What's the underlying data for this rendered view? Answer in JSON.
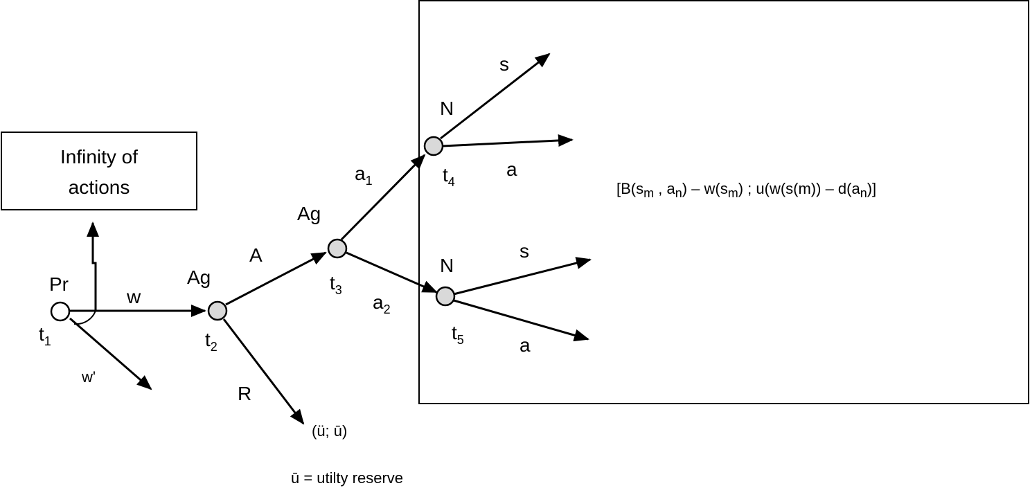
{
  "infinity_box": {
    "line1": "Infinity of",
    "line2": "actions"
  },
  "nodes": {
    "pr": {
      "player": "Pr",
      "time": "t",
      "time_sub": "1"
    },
    "t2": {
      "player": "Ag",
      "time": "t",
      "time_sub": "2"
    },
    "t3": {
      "player": "Ag",
      "time": "t",
      "time_sub": "3"
    },
    "t4": {
      "player": "N",
      "time": "t",
      "time_sub": "4"
    },
    "t5": {
      "player": "N",
      "time": "t",
      "time_sub": "5"
    }
  },
  "edges": {
    "w": "w",
    "w_prime": "w'",
    "A": "A",
    "R": "R",
    "a1": "a",
    "a1_sub": "1",
    "a2": "a",
    "a2_sub": "2",
    "t4_s": "s",
    "t4_a": "a",
    "t5_s": "s",
    "t5_a": "a"
  },
  "reserve_payoff": "(ü; ū)",
  "payoff_formula": "[B(sm , an) – w(sm) ; u(w(s(m)) – d(an)]",
  "payoff_parts": {
    "p1": "[B(s",
    "s1": "m",
    "p2": " , a",
    "s2": "n",
    "p3": ") – w(s",
    "s3": "m",
    "p4": ") ; u(w(s(m)) – d(a",
    "s4": "n",
    "p5": ")]"
  },
  "footnote": "ū = utilty reserve"
}
